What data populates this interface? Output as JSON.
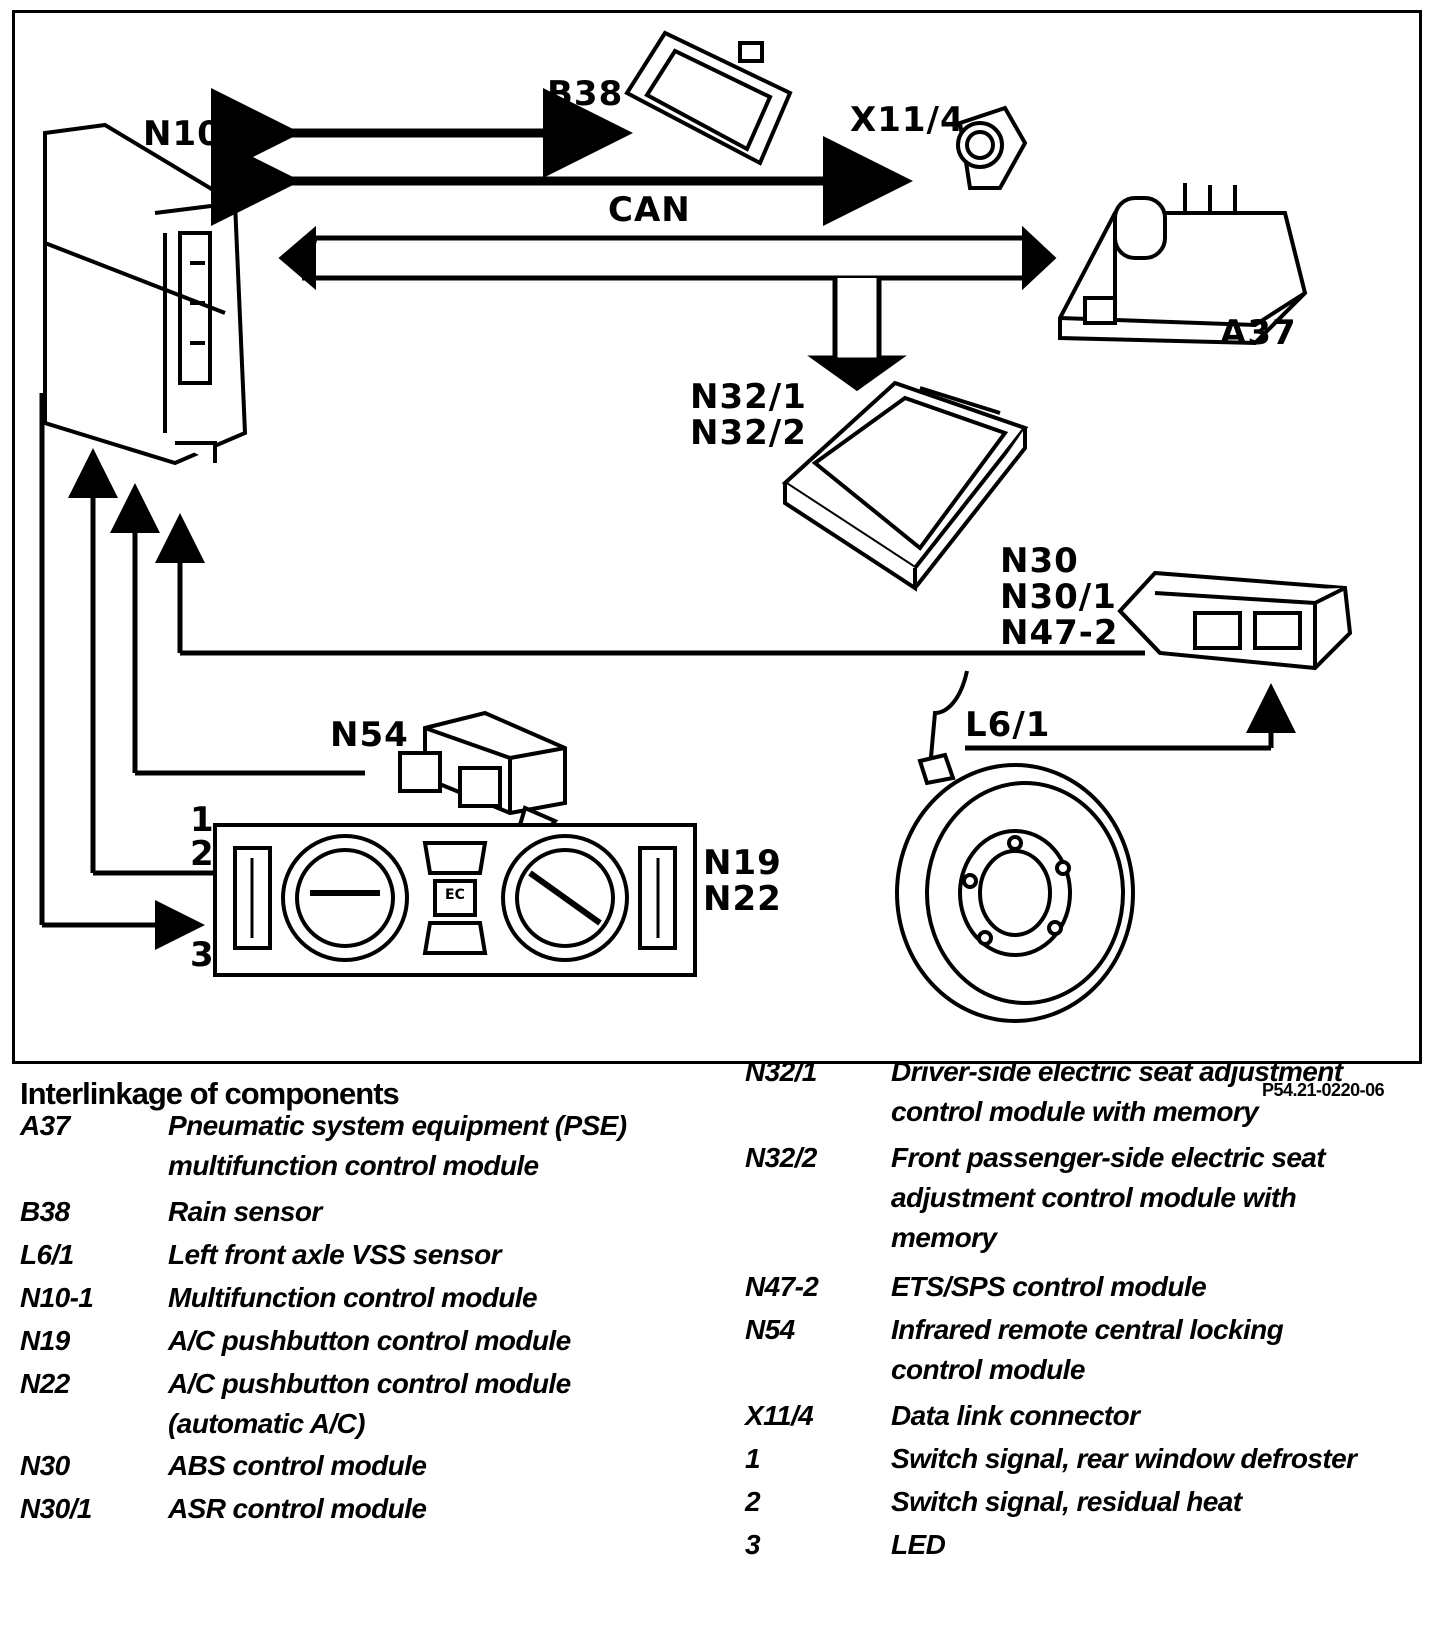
{
  "diagram": {
    "bus_label": "CAN",
    "components": {
      "n10_1": "N10-1",
      "b38": "B38",
      "x11_4": "X11/4",
      "a37": "A37",
      "n32": [
        "N32/1",
        "N32/2"
      ],
      "n30": [
        "N30",
        "N30/1",
        "N47-2"
      ],
      "n54": "N54",
      "l6_1": "L6/1",
      "n19": [
        "N19",
        "N22"
      ],
      "signals": [
        "1",
        "2",
        "3"
      ]
    },
    "panel_markings": {
      "ec_button": "EC"
    }
  },
  "caption": "Interlinkage of components",
  "reference": "P54.21-0220-06",
  "legend_left": [
    {
      "code": "A37",
      "desc": [
        "Pneumatic system equipment (PSE)",
        "multifunction control module"
      ]
    },
    {
      "code": "B38",
      "desc": [
        "Rain sensor"
      ]
    },
    {
      "code": "L6/1",
      "desc": [
        "Left front axle VSS sensor"
      ]
    },
    {
      "code": "N10-1",
      "desc": [
        "Multifunction control module"
      ]
    },
    {
      "code": "N19",
      "desc": [
        "A/C pushbutton control module"
      ]
    },
    {
      "code": "N22",
      "desc": [
        "A/C pushbutton control module",
        "(automatic A/C)"
      ]
    },
    {
      "code": "N30",
      "desc": [
        "ABS control module"
      ]
    },
    {
      "code": "N30/1",
      "desc": [
        "ASR control module"
      ]
    }
  ],
  "legend_right": [
    {
      "code": "N32/1",
      "desc": [
        "Driver-side electric seat adjustment",
        "control module with memory"
      ]
    },
    {
      "code": "N32/2",
      "desc": [
        "Front passenger-side electric seat",
        "adjustment control module with",
        "memory"
      ]
    },
    {
      "code": "N47-2",
      "desc": [
        "ETS/SPS control module"
      ]
    },
    {
      "code": "N54",
      "desc": [
        "Infrared remote central locking",
        "control module"
      ]
    },
    {
      "code": "X11/4",
      "desc": [
        "Data link connector"
      ]
    },
    {
      "code": "1",
      "desc": [
        "Switch signal, rear window defroster"
      ]
    },
    {
      "code": "2",
      "desc": [
        "Switch signal, residual heat"
      ]
    },
    {
      "code": "3",
      "desc": [
        "LED"
      ]
    }
  ]
}
